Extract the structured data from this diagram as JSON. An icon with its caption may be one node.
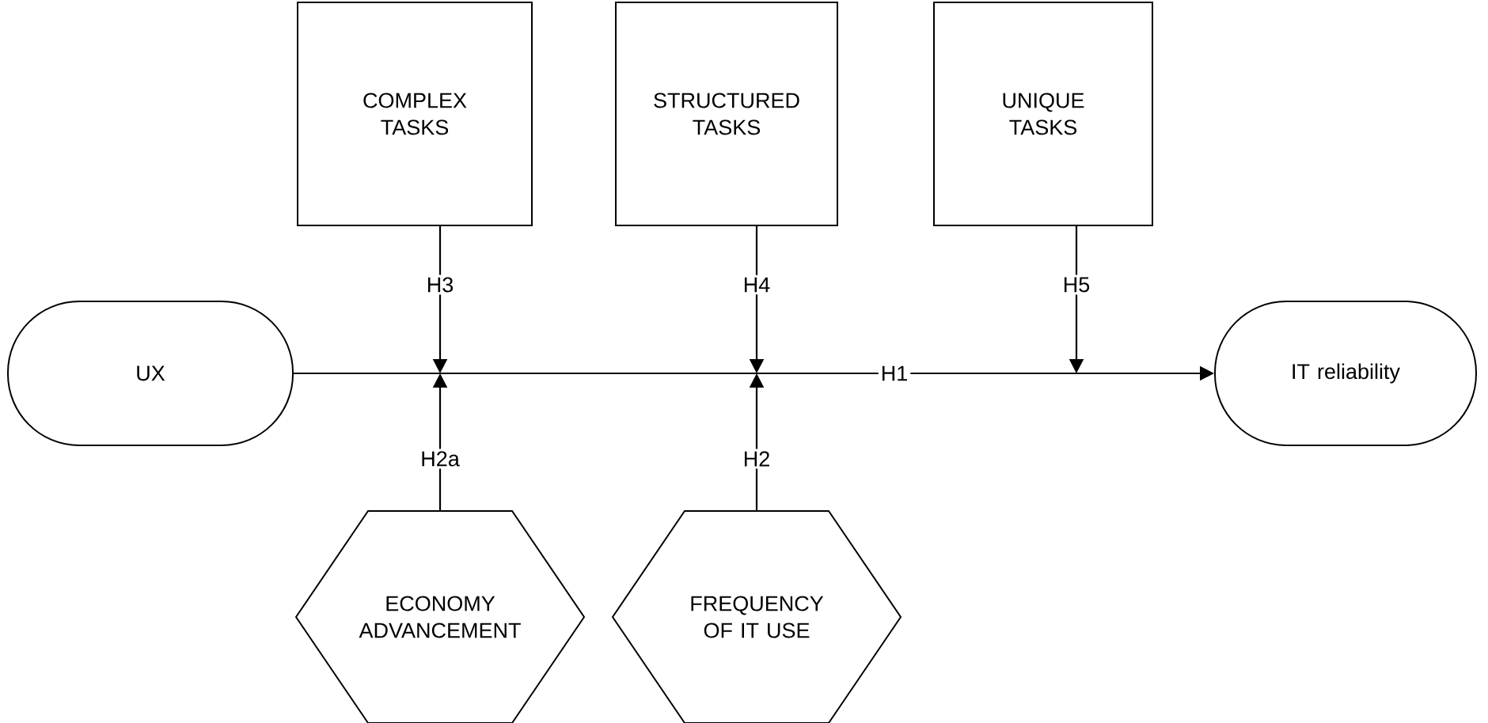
{
  "diagram": {
    "nodes": [
      {
        "text": [
          "COMPLEX TASKS"
        ]
      },
      {
        "text": [
          "STRUCTURED TASKS"
        ]
      },
      {
        "text": [
          "UNIQUE TASKS"
        ]
      },
      {
        "text": [
          "UX"
        ]
      },
      {
        "text": [
          "IT reliability"
        ]
      },
      {
        "text": [
          "ECONOMY ADVANCEMENT"
        ]
      },
      {
        "text": [
          "FREQUENCY OF IT USE"
        ]
      }
    ],
    "edges": [
      {
        "from": 3,
        "to": 4,
        "arrow": "to",
        "label": "H1"
      },
      {
        "from": 0,
        "to": null,
        "arrow": "to",
        "label": "H3"
      },
      {
        "from": 1,
        "to": null,
        "arrow": "to",
        "label": "H4"
      },
      {
        "from": 2,
        "to": null,
        "arrow": "to",
        "label": "H5"
      },
      {
        "from": 5,
        "to": null,
        "arrow": "to",
        "label": "H2a"
      },
      {
        "from": 6,
        "to": null,
        "arrow": "to",
        "label": "H2"
      }
    ]
  }
}
